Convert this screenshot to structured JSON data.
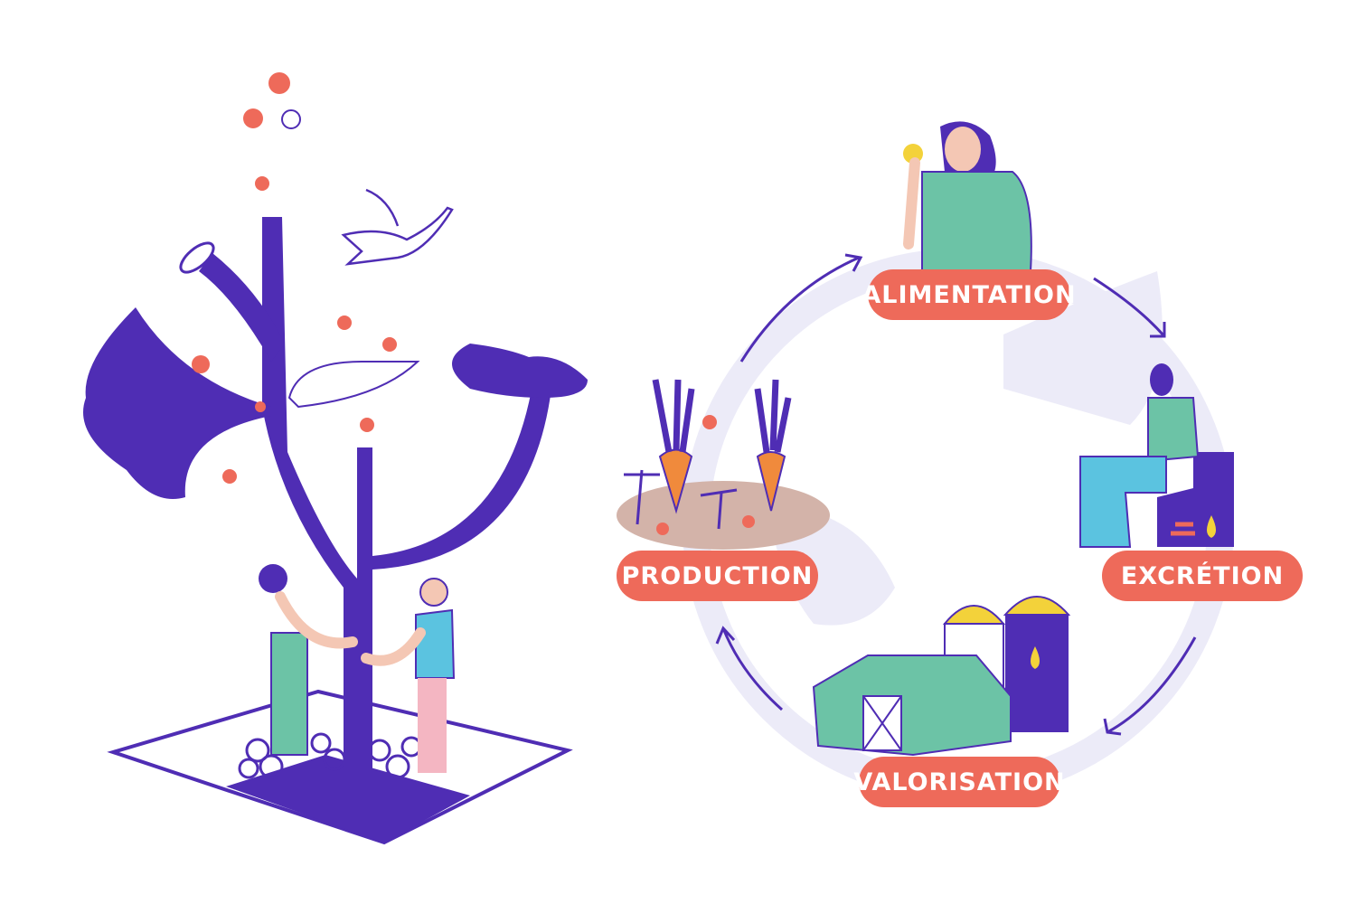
{
  "cycle": {
    "stages": [
      {
        "label": "ALIMENTATION"
      },
      {
        "label": "EXCRÉTION"
      },
      {
        "label": "VALORISATION"
      },
      {
        "label": "PRODUCTION"
      }
    ]
  },
  "colors": {
    "purple": "#4f2db4",
    "coral": "#ee6a5a",
    "green": "#6cc3a6",
    "lavender": "#ecebf8",
    "orange": "#f08a3c",
    "soil": "#d3b3a9",
    "blue": "#5bc3e0",
    "pink": "#f4b6c2",
    "yellow": "#f3d23a"
  }
}
